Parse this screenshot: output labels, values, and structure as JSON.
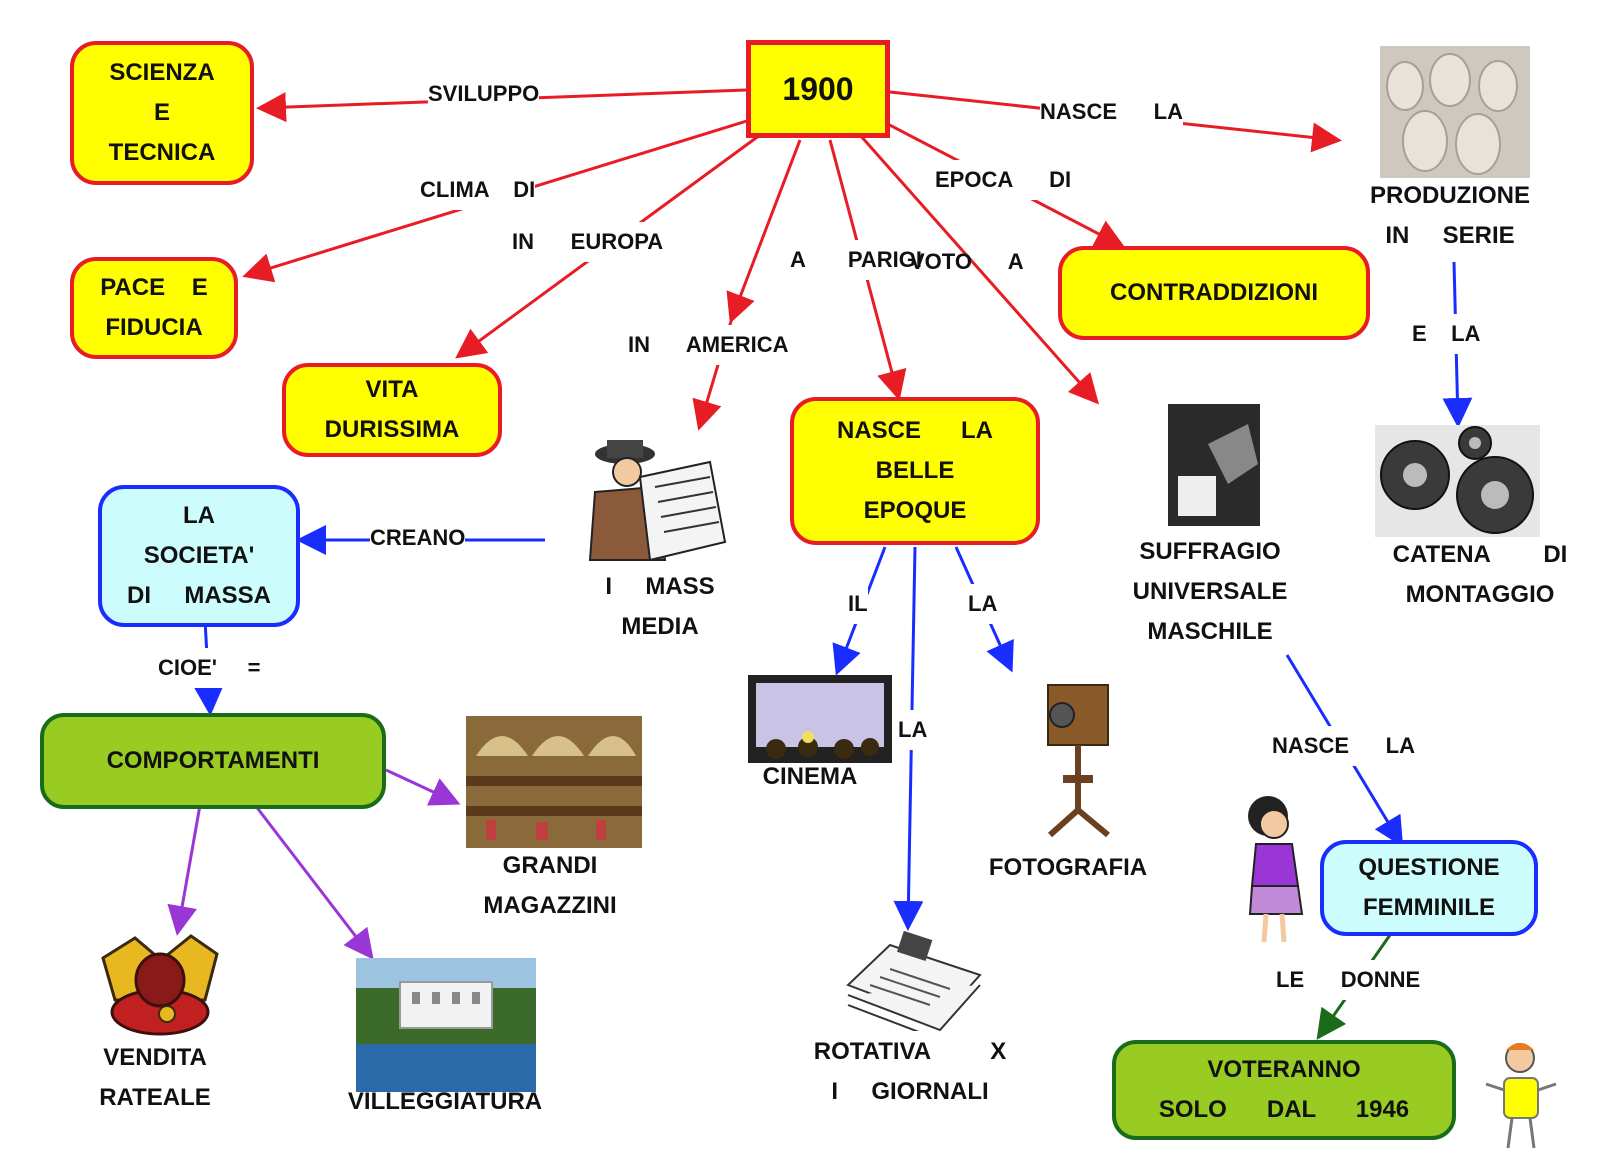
{
  "root": "1900",
  "nodes": {
    "scienza": "SCIENZA\nE\nTECNICA",
    "pace": "PACE    E\nFIDUCIA",
    "vita": "VITA\nDURISSIMA",
    "contraddizioni": "CONTRADDIZIONI",
    "produzione": "PRODUZIONE\nIN     SERIE",
    "catena": "CATENA        DI\nMONTAGGIO",
    "mass_media": "I     MASS\nMEDIA",
    "belle_epoque": "NASCE      LA\nBELLE\nEPOQUE",
    "suffragio": "SUFFRAGIO\nUNIVERSALE\nMASCHILE",
    "societa": "LA\nSOCIETA'\nDI     MASSA",
    "comportamenti": "COMPORTAMENTI",
    "grandi_magazzini": "GRANDI\nMAGAZZINI",
    "cinema": "CINEMA",
    "fotografia": "FOTOGRAFIA",
    "rotativa": "ROTATIVA         X\nI     GIORNALI",
    "questione": "QUESTIONE\nFEMMINILE",
    "voteranno": "VOTERANNO\nSOLO      DAL      1946",
    "vendita": "VENDITA\nRATEALE",
    "villeggiatura": "VILLEGGIATURA"
  },
  "links": {
    "sviluppo": "SVILUPPO",
    "clima_di": "CLIMA    DI",
    "in_europa": "IN      EUROPA",
    "a_parigi": "A       PARIGI",
    "voto_a": "VOTO      A",
    "in_america": "IN      AMERICA",
    "epoca_di": "EPOCA      DI",
    "nasce_la_top": "NASCE      LA",
    "e_la": "E    LA",
    "creano": "CREANO",
    "cioe": "CIOE'     =",
    "il": "IL",
    "la_foto": "LA",
    "la_rotativa": "LA",
    "nasce_la_fem": "NASCE      LA",
    "le_donne": "LE      DONNE"
  },
  "colors": {
    "red_arrow": "#e81c24",
    "blue_arrow": "#1a2dff",
    "purple_arrow": "#9a36d6",
    "green_arrow": "#1a6b1a"
  },
  "icons": [
    "mannequins-image",
    "gears-image",
    "ballot-image",
    "newspaper-reader-image",
    "cinema-screen-image",
    "camera-image",
    "newspapers-image",
    "department-store-image",
    "villa-image",
    "crown-purse-image",
    "woman-image",
    "mapper-logo"
  ]
}
